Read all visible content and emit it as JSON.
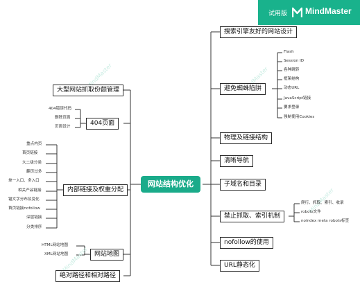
{
  "banner": {
    "trial": "试用版",
    "brand": "MindMaster",
    "logo_icon": "mindmaster-logo-icon"
  },
  "watermark": "MindMaster",
  "center": "网站结构优化",
  "right_branches": [
    {
      "label": "搜索引擎友好的网站设计",
      "leaves": []
    },
    {
      "label": "避免蜘蛛陷阱",
      "leaves": [
        "Flash",
        "Session ID",
        "各种跳转",
        "框架结构",
        "动态URL",
        "JavaScript链接",
        "要求登录",
        "强制使用Cookies"
      ]
    },
    {
      "label": "物理及链接结构",
      "leaves": []
    },
    {
      "label": "清晰导航",
      "leaves": []
    },
    {
      "label": "子域名和目录",
      "leaves": []
    },
    {
      "label": "禁止抓取、索引机制",
      "leaves": [
        "爬行、抓取、索引、收录",
        "robots文件",
        "noindex meta robots标签"
      ]
    },
    {
      "label": "nofollow的使用",
      "leaves": []
    },
    {
      "label": "URL静态化",
      "leaves": []
    }
  ],
  "left_branches": [
    {
      "label": "大型网站抓取份额管理",
      "leaves": []
    },
    {
      "label": "404页面",
      "leaves": [
        "404错误代码",
        "删除页面",
        "页面设计"
      ]
    },
    {
      "label": "内部链接及权重分配",
      "leaves": [
        "重点内页",
        "首页链接",
        "大二级分类",
        "翻页过多",
        "单一入口、多入口",
        "相关产品链接",
        "锚文字分布及变化",
        "首页链接nofollow",
        "深层链接",
        "分类排序"
      ]
    },
    {
      "label": "网站地图",
      "leaves": [
        "HTML网站地图",
        "XML网站地图"
      ]
    },
    {
      "label": "绝对路径和相对路径",
      "leaves": []
    }
  ]
}
